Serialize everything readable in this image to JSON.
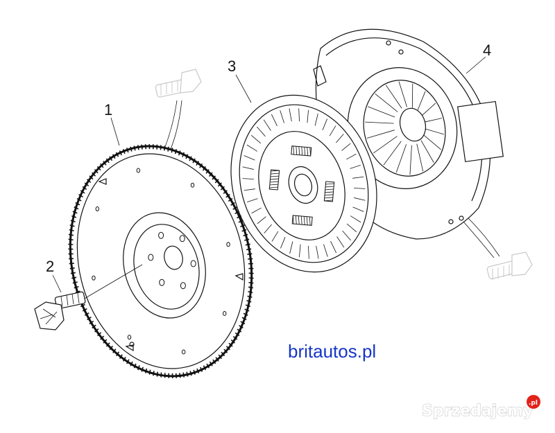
{
  "parts": [
    {
      "number": "1",
      "name": "flywheel"
    },
    {
      "number": "2",
      "name": "flywheel-bolt"
    },
    {
      "number": "3",
      "name": "clutch-disc"
    },
    {
      "number": "4",
      "name": "pressure-plate"
    }
  ],
  "website": "britautos.pl",
  "watermark": {
    "text": "Sprzedajemy",
    "badge": ".pl",
    "badge_color": "#e2231a"
  },
  "colors": {
    "website": "#1536c8",
    "line": "#111111"
  }
}
